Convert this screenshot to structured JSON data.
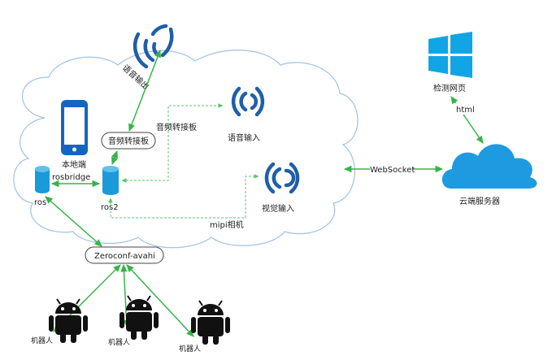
{
  "labels": {
    "voice_output": "语音输出",
    "audio_board": "音频转接板",
    "audio_board_edge": "音频转接板",
    "voice_input": "语音输入",
    "local_end": "本地端",
    "rosbridge": "rosbridge",
    "ros": "ros",
    "ros2": "ros2",
    "mipi_camera": "mipi相机",
    "visual_input": "视觉输入",
    "zeroconf": "Zeroconf-avahi",
    "robot_1": "机器人",
    "robot_2": "机器人",
    "robot_3": "机器人",
    "detect_page": "检测网页",
    "html": "html",
    "websocket": "WebSocket",
    "cloud_server": "云端服务器"
  },
  "colors": {
    "arrow_green": "#35b448",
    "dashed_green": "#5cc46a",
    "signal_blue": "#1f5fa8",
    "node_blue": "#1a9ad9",
    "phone_blue": "#1565c0",
    "windows_blue": "#12a5e6",
    "cloud_outline": "#9ec3e6",
    "cloud_server_fill": "#1e9ae0",
    "robot_black": "#111111"
  },
  "icons": {
    "voice_output_icon": "signal-wave-icon",
    "voice_input_icon": "signal-wave-icon",
    "visual_input_icon": "signal-wave-icon",
    "local_end_icon": "smartphone-icon",
    "ros_icon": "cylinder-database-icon",
    "ros2_icon": "cylinder-database-icon",
    "robot_icon": "android-robot-icon",
    "detect_page_icon": "windows-logo-icon",
    "cloud_server_icon": "cloud-icon"
  }
}
